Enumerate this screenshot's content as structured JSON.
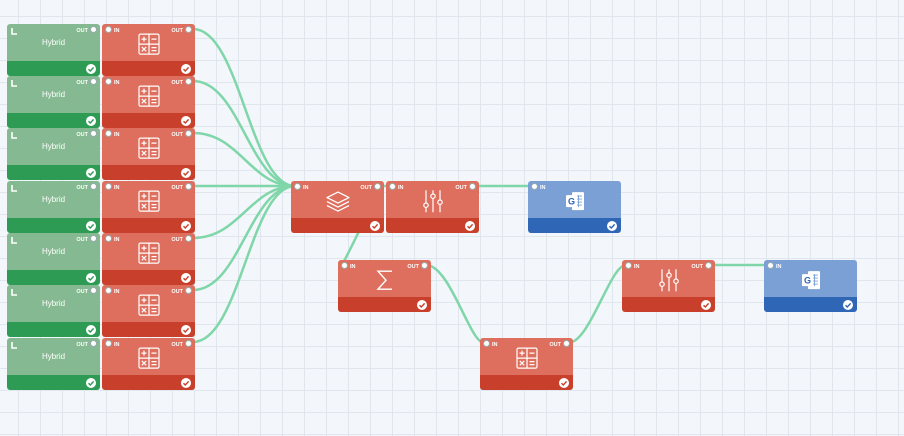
{
  "ports": {
    "in": "IN",
    "out": "OUT"
  },
  "source_label": "Hybrid",
  "icons": {
    "source": "source-corner-icon",
    "calculator": "calculator-icon",
    "layers": "layers-icon",
    "filter": "sliders-icon",
    "sum": "sigma-icon",
    "output": "google-sheets-icon",
    "status": "check-circle-icon"
  },
  "colors": {
    "source": "#85b991",
    "source_footer": "#2e9b55",
    "transform": "#de6f5e",
    "transform_footer": "#c8402b",
    "output": "#7aa0d6",
    "output_footer": "#2f66b6",
    "wire": "#7fd6a9",
    "grid": "#e0e6ee"
  }
}
